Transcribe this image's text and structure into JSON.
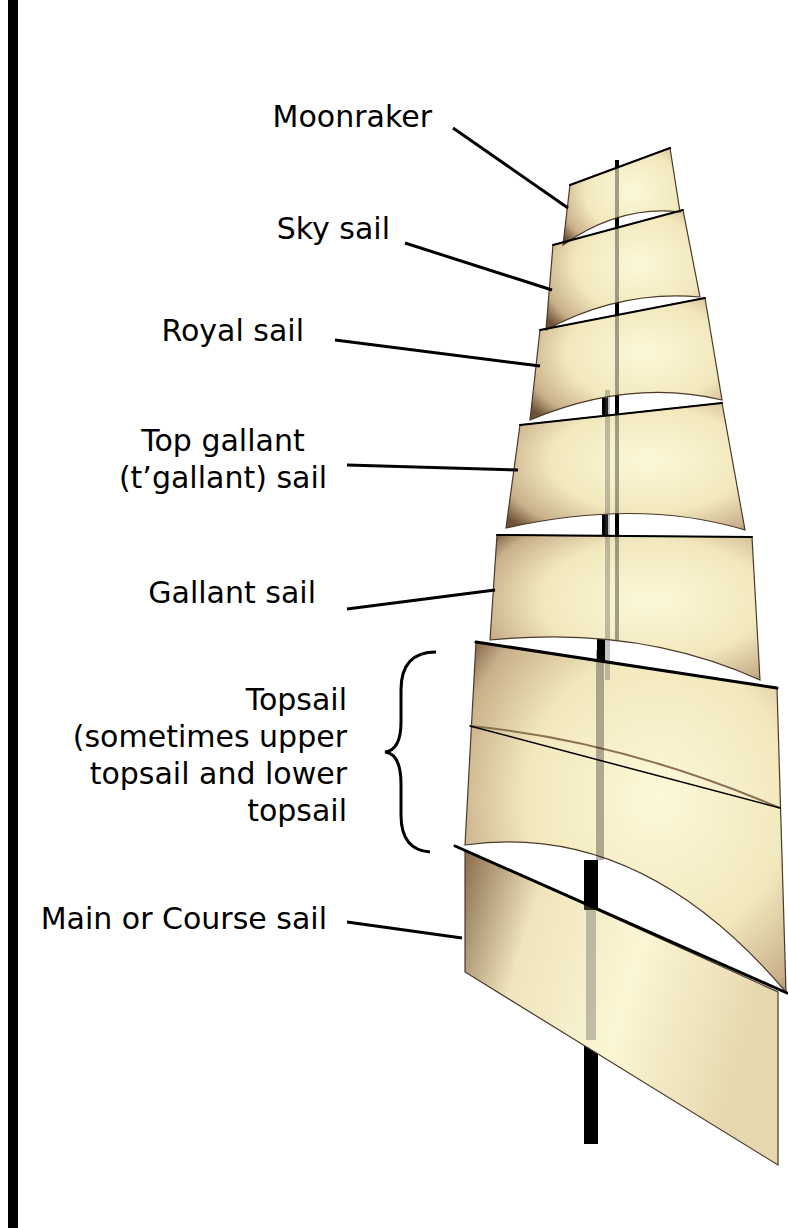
{
  "diagram": {
    "labels": [
      "Moonraker",
      "Sky sail",
      "Royal sail",
      "Top gallant (t’gallant) sail",
      "Gallant sail",
      "Topsail (sometimes upper topsail and lower topsail",
      "Main or Course sail"
    ]
  }
}
